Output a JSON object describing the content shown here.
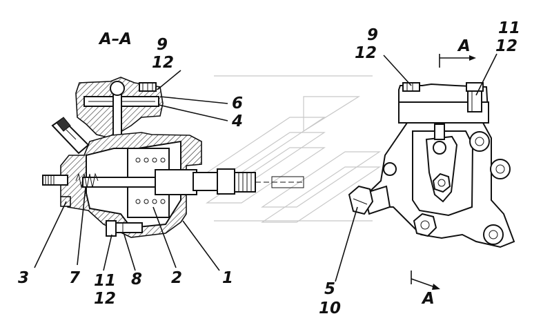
{
  "section_title": "А–А",
  "callouts": [
    {
      "id": "c9-left",
      "text": "9"
    },
    {
      "id": "c12-left-top",
      "text": "12"
    },
    {
      "id": "c6",
      "text": "6"
    },
    {
      "id": "c4",
      "text": "4"
    },
    {
      "id": "c3",
      "text": "3"
    },
    {
      "id": "c7",
      "text": "7"
    },
    {
      "id": "c11-bottom",
      "text": "11"
    },
    {
      "id": "c12-bottom",
      "text": "12"
    },
    {
      "id": "c8",
      "text": "8"
    },
    {
      "id": "c2",
      "text": "2"
    },
    {
      "id": "c1",
      "text": "1"
    },
    {
      "id": "c9-right",
      "text": "9"
    },
    {
      "id": "c12-right-a",
      "text": "12"
    },
    {
      "id": "c11-right",
      "text": "11"
    },
    {
      "id": "c12-right-b",
      "text": "12"
    },
    {
      "id": "c5",
      "text": "5"
    },
    {
      "id": "c10",
      "text": "10"
    }
  ],
  "section_marks": [
    {
      "id": "mark-top",
      "text": "А"
    },
    {
      "id": "mark-bottom",
      "text": "А"
    }
  ]
}
